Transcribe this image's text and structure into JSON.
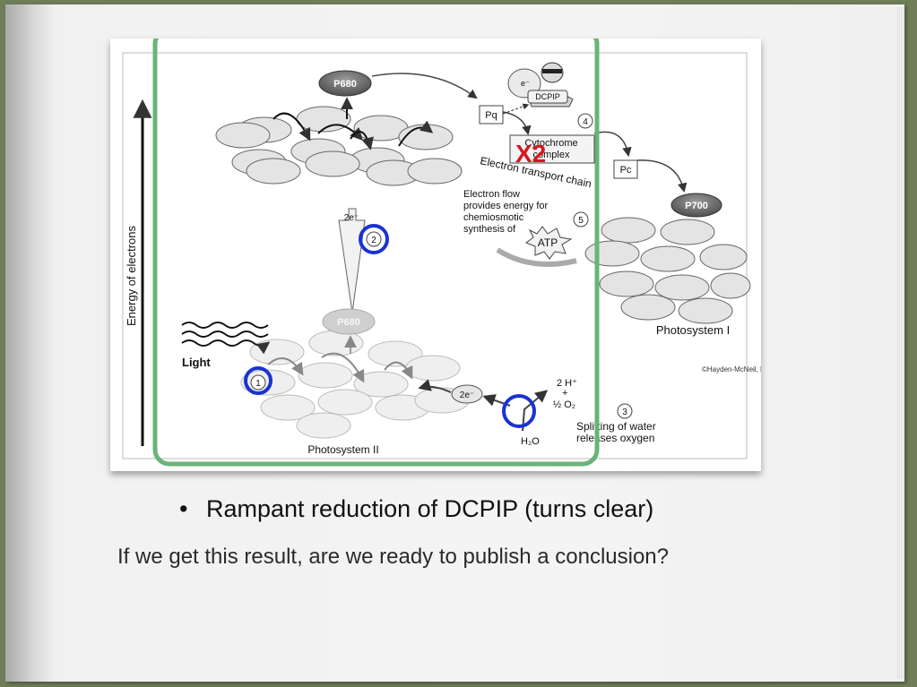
{
  "diagram": {
    "energy_axis_label": "Energy of electrons",
    "p680_top": "P680",
    "p680_bottom": "P680",
    "p700": "P700",
    "pq": "Pq",
    "pc": "Pc",
    "electron": "e⁻",
    "dcpip": "DCPIP",
    "cytochrome_line1": "Cytochrome",
    "cytochrome_line2": "complex",
    "x2_mark": "X2",
    "etc_label": "Electron transport chain",
    "electron_flow_1": "Electron flow",
    "electron_flow_2": "provides energy for",
    "electron_flow_3": "chemiosmotic",
    "electron_flow_4": "synthesis of",
    "atp": "ATP",
    "two_e_up": "2e⁻",
    "two_e_left": "2e⁻",
    "light": "Light",
    "two_h": "2 H⁺",
    "plus": "+",
    "half_o2": "½ O₂",
    "h2o": "H₂O",
    "splitting_1": "Splitting of water",
    "splitting_2": "releases oxygen",
    "photosystem_ii": "Photosystem II",
    "photosystem_i": "Photosystem I",
    "copyright": "©Hayden-McNeil, LLC",
    "step_1": "1",
    "step_2": "2",
    "step_3": "3",
    "step_4": "4",
    "step_5": "5"
  },
  "bullet": {
    "text": "Rampant reduction of DCPIP (turns clear)"
  },
  "question": {
    "text": "If we get this result, are we ready to publish a conclusion?"
  },
  "colors": {
    "highlight_green": "#6ab37a",
    "circle_blue": "#1a33d1",
    "x2_red": "#d8141c"
  }
}
